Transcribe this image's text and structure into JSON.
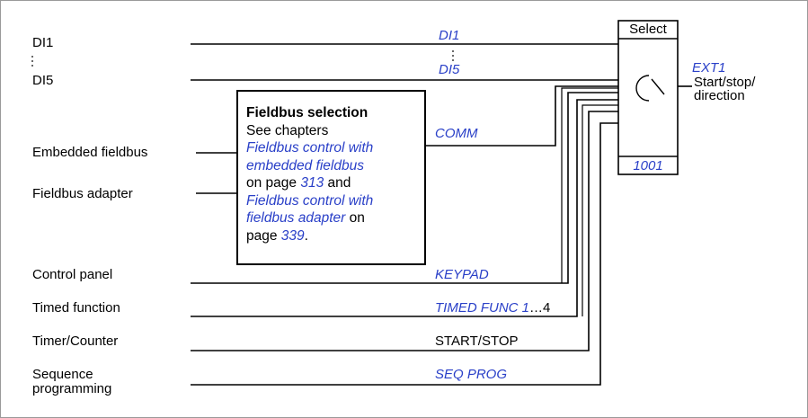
{
  "inputs": {
    "di1": "DI1",
    "di5": "DI5",
    "embedded_fieldbus": "Embedded fieldbus",
    "fieldbus_adapter": "Fieldbus adapter",
    "control_panel": "Control panel",
    "timed_function": "Timed function",
    "timer_counter": "Timer/Counter",
    "sequence_programming_1": "Sequence",
    "sequence_programming_2": "programming"
  },
  "signals": {
    "di1": "DI1",
    "di5": "DI5",
    "comm": "COMM",
    "keypad": "KEYPAD",
    "timed_func_italic": "TIMED FUNC 1",
    "timed_func_suffix": "…4",
    "start_stop": "START/STOP",
    "seq_prog": "SEQ PROG"
  },
  "note": {
    "title": "Fieldbus selection",
    "line1": "See chapters",
    "link1a": "Fieldbus control with",
    "link1b": "embedded fieldbus",
    "text_on_page": "on page ",
    "page1": "313",
    "text_and": " and",
    "link2a": "Fieldbus control with",
    "link2b": "fieldbus adapter",
    "text_on": " on",
    "text_page": "page ",
    "page2": "339",
    "text_period": "."
  },
  "selector": {
    "header": "Select",
    "parameter": "1001"
  },
  "output": {
    "name": "EXT1",
    "desc1": "Start/stop/",
    "desc2": "direction"
  },
  "colors": {
    "signal_blue": "#2a40c8",
    "line": "#000000",
    "frame": "#9a9a9a"
  }
}
